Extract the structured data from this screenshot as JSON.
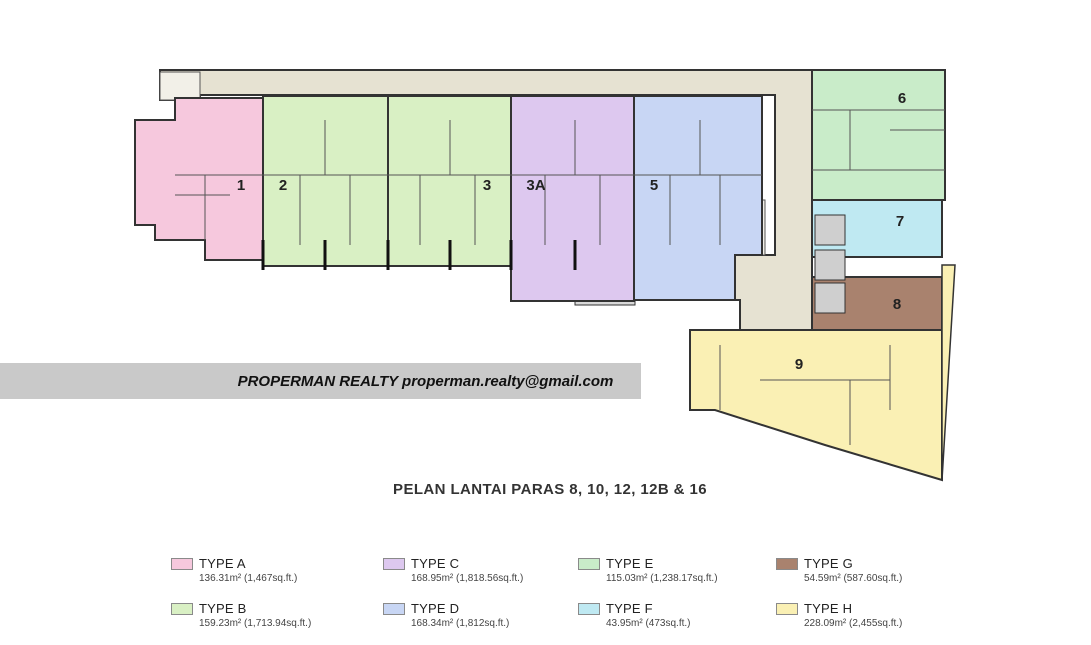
{
  "watermark": {
    "text": "PROPERMAN REALTY properman.realty@gmail.com"
  },
  "plan": {
    "title": "PELAN LANTAI PARAS 8, 10, 12, 12B & 16",
    "units": [
      {
        "label": "1",
        "type": "A"
      },
      {
        "label": "2",
        "type": "B"
      },
      {
        "label": "3",
        "type": "B"
      },
      {
        "label": "3A",
        "type": "C"
      },
      {
        "label": "5",
        "type": "D"
      },
      {
        "label": "6",
        "type": "E"
      },
      {
        "label": "7",
        "type": "F"
      },
      {
        "label": "8",
        "type": "G"
      },
      {
        "label": "9",
        "type": "H"
      }
    ]
  },
  "legend": [
    {
      "name": "TYPE A",
      "area": "136.31m² (1,467sq.ft.)",
      "color": "#f6c8dd"
    },
    {
      "name": "TYPE B",
      "area": "159.23m² (1,713.94sq.ft.)",
      "color": "#d9f0c4"
    },
    {
      "name": "TYPE C",
      "area": "168.95m² (1,818.56sq.ft.)",
      "color": "#ddc8ef"
    },
    {
      "name": "TYPE D",
      "area": "168.34m² (1,812sq.ft.)",
      "color": "#c8d6f4"
    },
    {
      "name": "TYPE E",
      "area": "115.03m² (1,238.17sq.ft.)",
      "color": "#c9ecc9"
    },
    {
      "name": "TYPE F",
      "area": "43.95m² (473sq.ft.)",
      "color": "#bfe9f2"
    },
    {
      "name": "TYPE G",
      "area": "54.59m² (587.60sq.ft.)",
      "color": "#a9826e"
    },
    {
      "name": "TYPE H",
      "area": "228.09m² (2,455sq.ft.)",
      "color": "#faf0b4"
    }
  ]
}
